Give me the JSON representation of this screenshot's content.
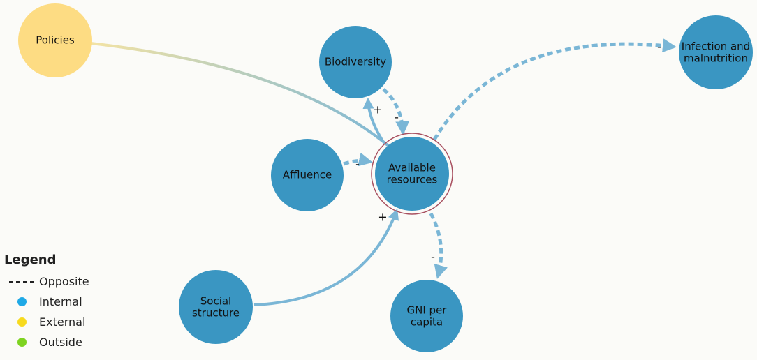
{
  "nodes": {
    "policies": {
      "label": "Policies",
      "color": "#fddc83"
    },
    "biodiversity": {
      "label": "Biodiversity",
      "color": "#3a96c2"
    },
    "affluence": {
      "label": "Affluence",
      "color": "#3a96c2"
    },
    "available": {
      "line1": "Available",
      "line2": "resources",
      "color": "#3a96c2",
      "ring_color": "#a85060"
    },
    "social": {
      "line1": "Social",
      "line2": "structure",
      "color": "#3a96c2"
    },
    "gni": {
      "line1": "GNI per",
      "line2": "capita",
      "color": "#3a96c2"
    },
    "infection": {
      "line1": "Infection and",
      "line2": "malnutrition",
      "color": "#3a96c2"
    }
  },
  "edge_signs": {
    "available_to_biodiversity": "+",
    "biodiversity_to_available": "-",
    "affluence_to_available": "-",
    "social_to_available": "+",
    "available_to_gni": "-",
    "available_to_infection": "-"
  },
  "edge_color": "#7ab6d6",
  "legend": {
    "title": "Legend",
    "items": [
      {
        "label": "Opposite",
        "kind": "dash",
        "color": "#222222"
      },
      {
        "label": "Internal",
        "kind": "dot",
        "color": "#1fa9e6"
      },
      {
        "label": "External",
        "kind": "dot",
        "color": "#f7da1e"
      },
      {
        "label": "Outside",
        "kind": "dot",
        "color": "#7ed321"
      }
    ]
  }
}
